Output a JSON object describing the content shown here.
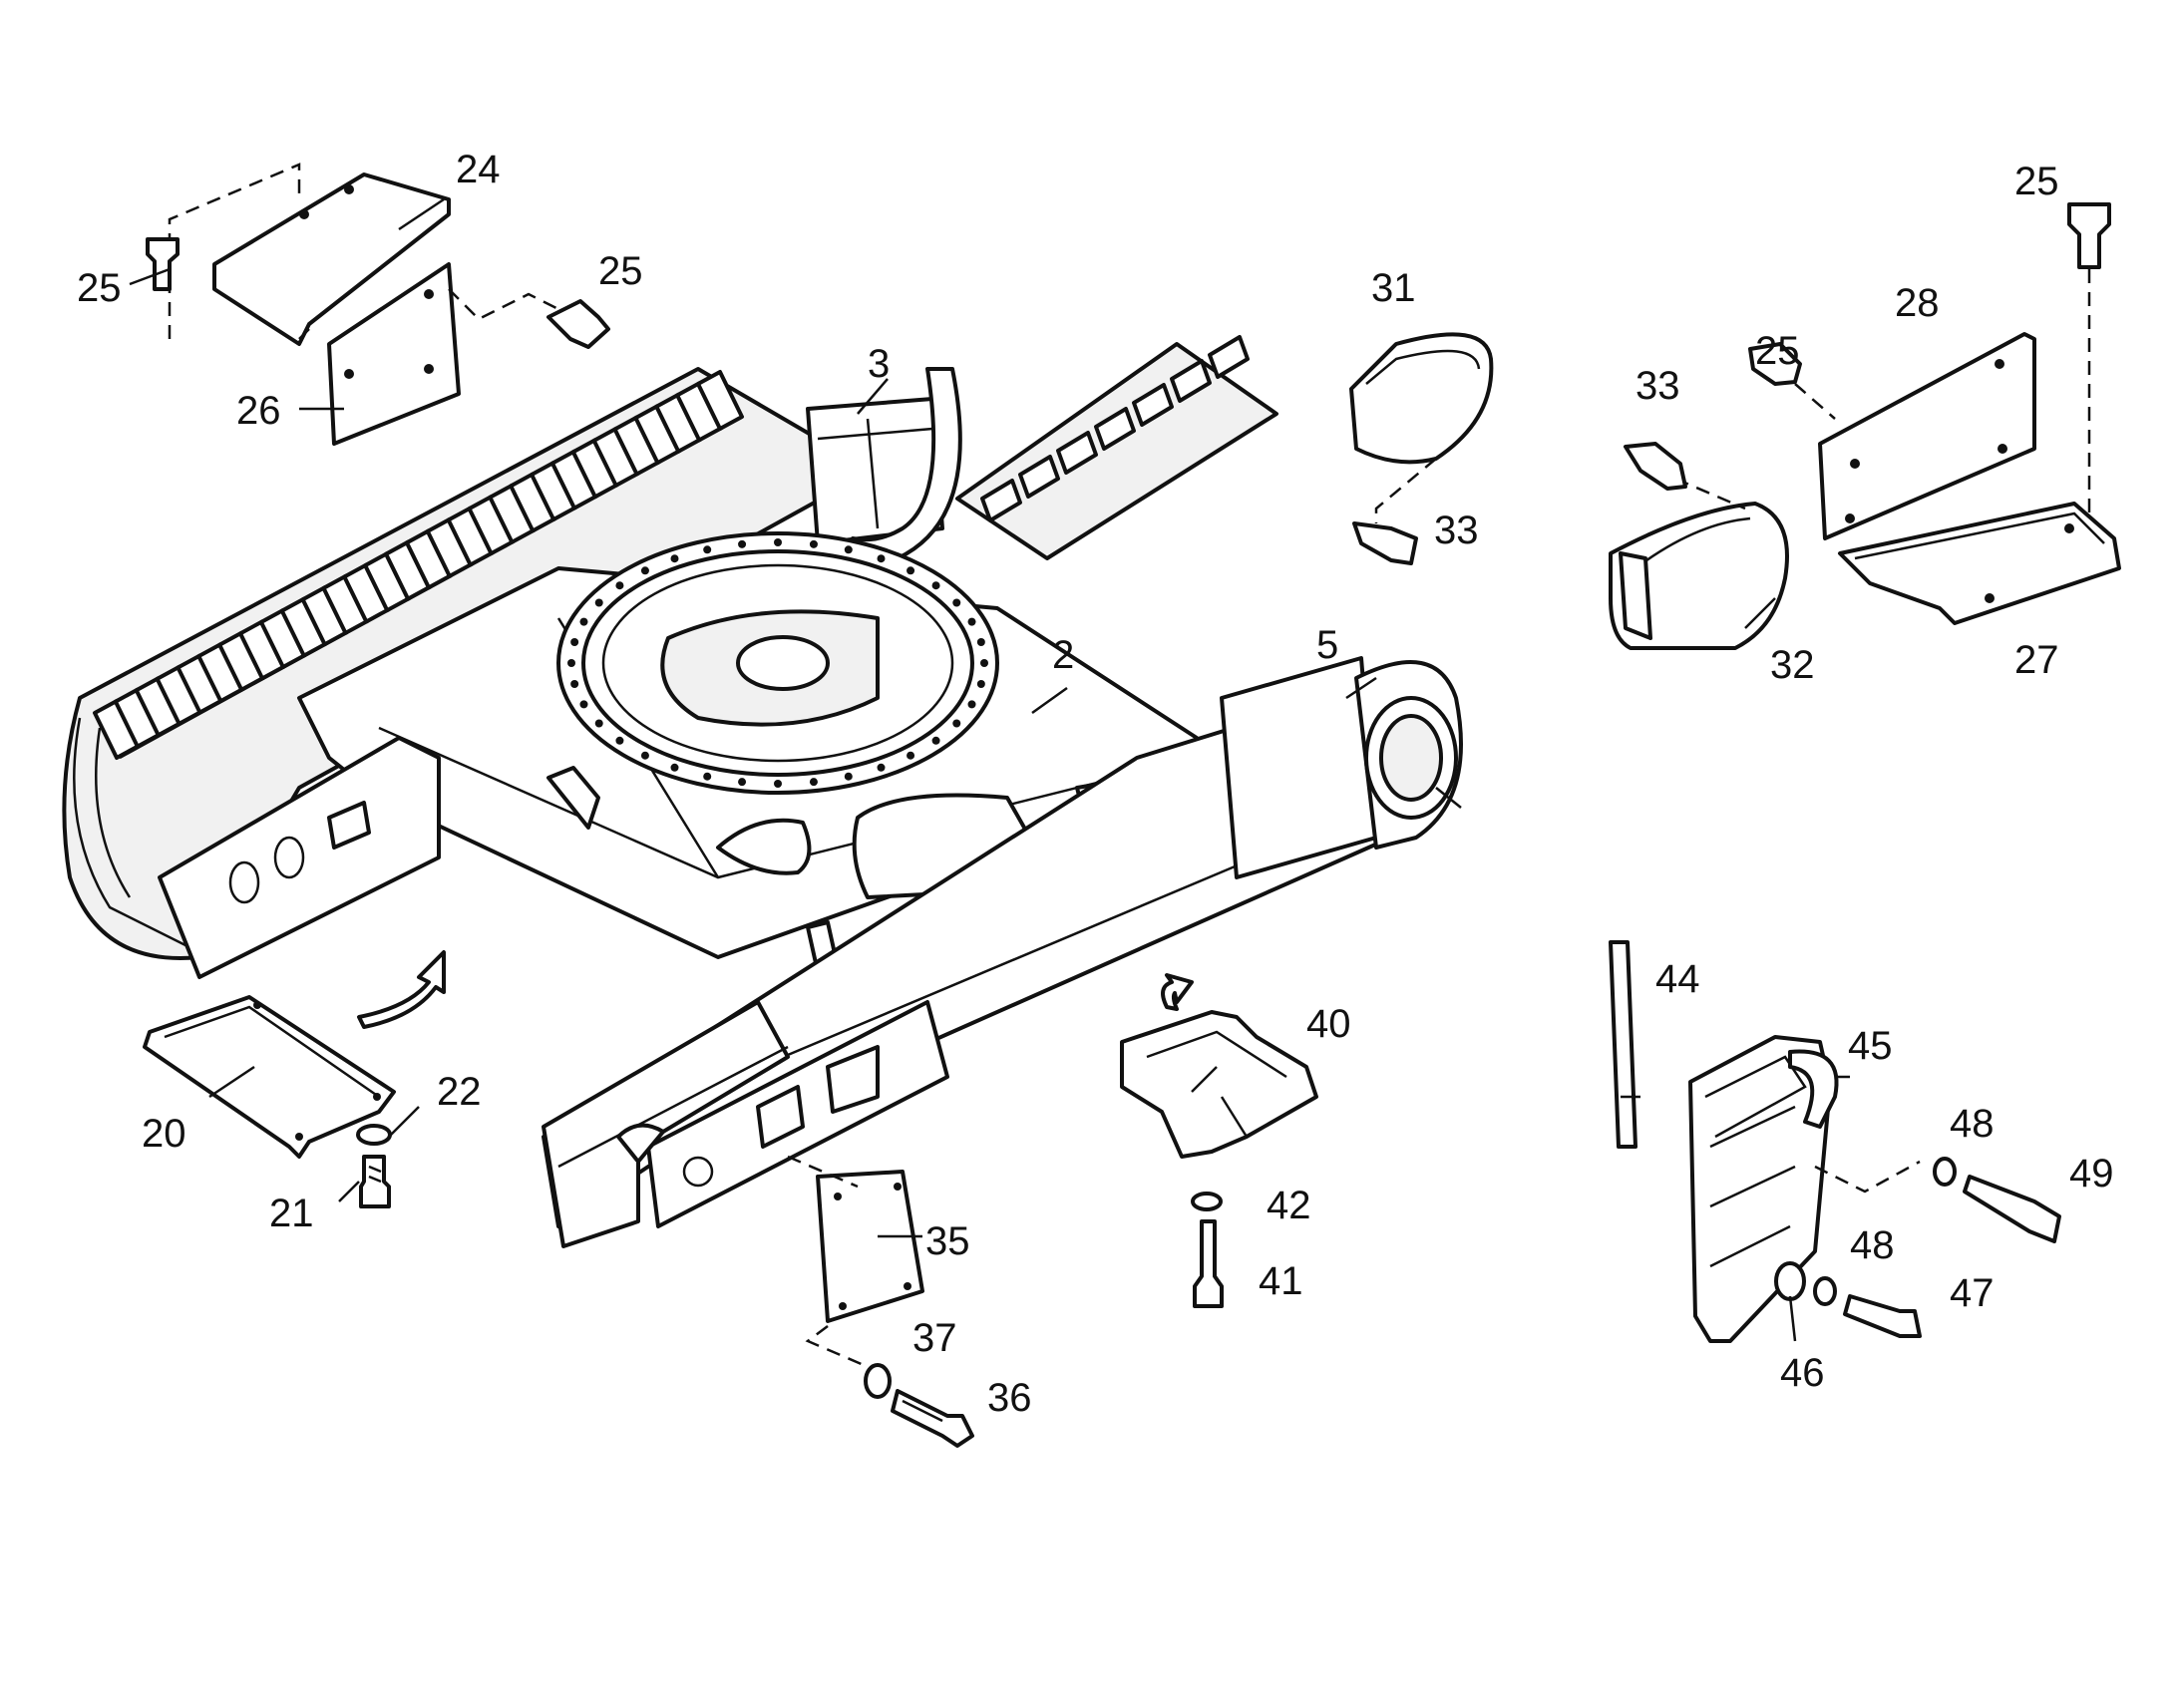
{
  "callouts": {
    "c2": "2",
    "c3": "3",
    "c5": "5",
    "c20": "20",
    "c21": "21",
    "c22": "22",
    "c24": "24",
    "c25a": "25",
    "c25b": "25",
    "c25c": "25",
    "c25d": "25",
    "c26": "26",
    "c27": "27",
    "c28": "28",
    "c31": "31",
    "c32": "32",
    "c33a": "33",
    "c33b": "33",
    "c35": "35",
    "c36": "36",
    "c37": "37",
    "c40": "40",
    "c41": "41",
    "c42": "42",
    "c44": "44",
    "c45": "45",
    "c46": "46",
    "c47": "47",
    "c48a": "48",
    "c48b": "48",
    "c49": "49"
  }
}
